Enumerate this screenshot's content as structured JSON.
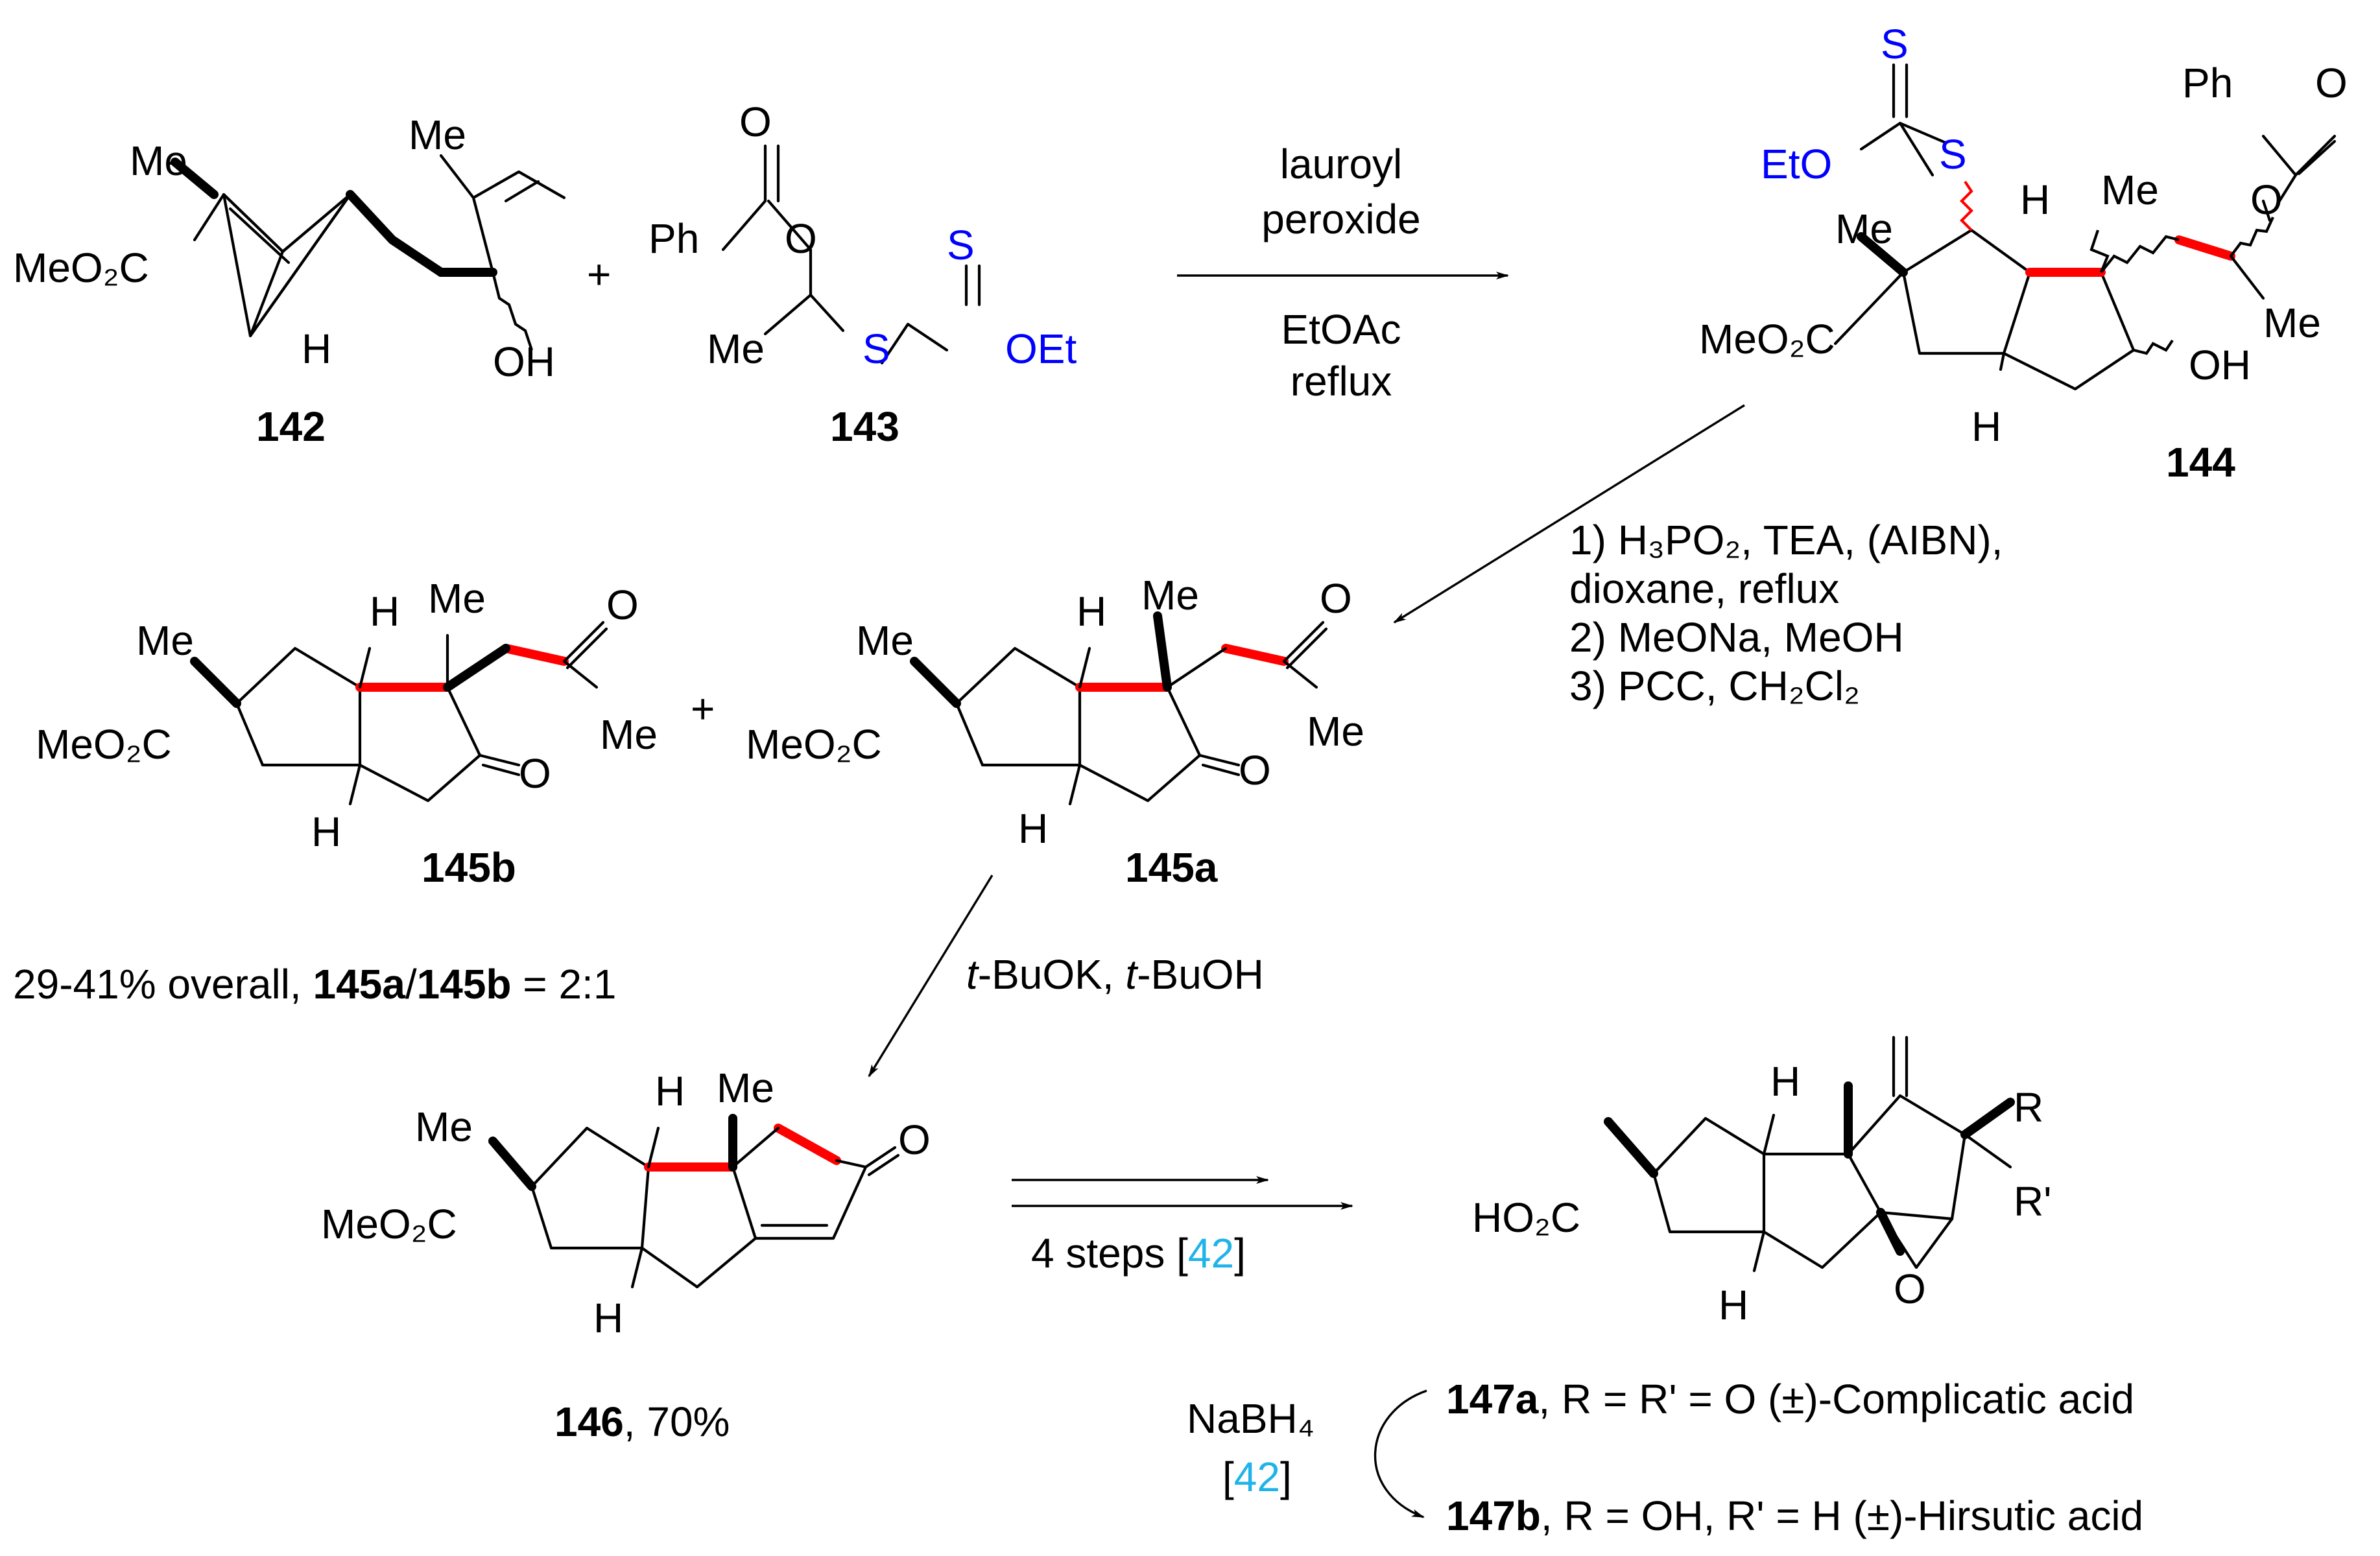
{
  "compounds": {
    "c142": "142",
    "c143": "143",
    "c144": "144",
    "c145a": "145a",
    "c145b": "145b",
    "c146": "146",
    "c146_yield": ", 70%",
    "c147a": "147a",
    "c147a_desc": ", R = R' = O (±)-Complicatic acid",
    "c147b": "147b",
    "c147b_desc": ", R = OH, R' = H (±)-Hirsutic acid"
  },
  "conditions": {
    "step1": {
      "line1": "lauroyl",
      "line2": "peroxide",
      "line3": "EtOAc",
      "line4": "reflux"
    },
    "step2": {
      "line1": "1) H₃PO₂, TEA, (AIBN),",
      "line2": "dioxane, reflux",
      "line3": "2) MeONa, MeOH",
      "line4": "3) PCC, CH₂Cl₂"
    },
    "step3": {
      "t1": "t",
      "t2": "-BuOK, ",
      "t3": "t",
      "t4": "-BuOH"
    },
    "step4": {
      "text": "4 steps [",
      "ref": "42",
      "close": "]"
    },
    "step5": {
      "reagent": "NaBH₄",
      "open": "[",
      "ref": "42",
      "close": "]"
    }
  },
  "ratio": {
    "prefix": "29-41% overall, ",
    "a": "145a",
    "slash": "/",
    "b": "145b",
    "suffix": " = 2:1"
  },
  "atoms": {
    "Me": "Me",
    "MeO2C": "MeO₂C",
    "HO2C": "HO₂C",
    "H": "H",
    "OH": "OH",
    "O": "O",
    "Ph": "Ph",
    "S": "S",
    "OEt": "OEt",
    "EtO": "EtO",
    "R": "R",
    "Rp": "R'",
    "plus": "+"
  },
  "colors": {
    "highlight_bond": "#ff0000",
    "xanthate": "#0000ff",
    "reference": "#1fb4e8"
  }
}
